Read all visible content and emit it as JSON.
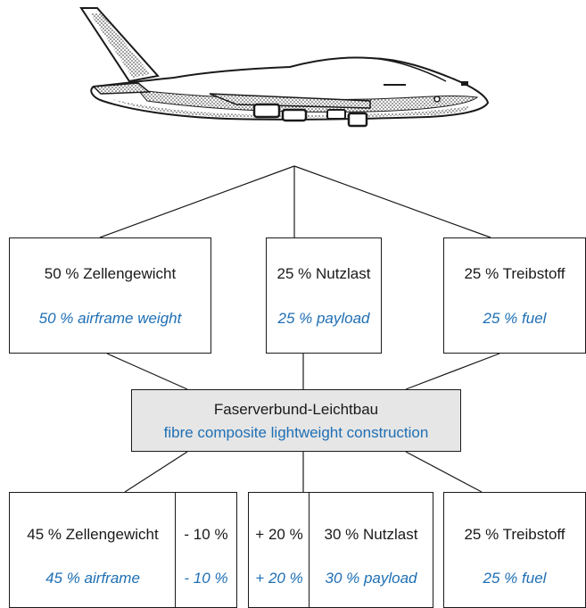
{
  "diagram": {
    "top_boxes": [
      {
        "de": "50 % Zellengewicht",
        "en": "50 % airframe weight"
      },
      {
        "de": "25 % Nutzlast",
        "en": "25 % payload"
      },
      {
        "de": "25 % Treibstoff",
        "en": "25 % fuel"
      }
    ],
    "center_box": {
      "de": "Faserverbund-Leichtbau",
      "en": "fibre composite lightweight construction"
    },
    "bottom_boxes": [
      {
        "de": "45 % Zellengewicht",
        "en": "45 % airframe"
      },
      {
        "de": "- 10 %",
        "en": "- 10 %"
      },
      {
        "de": "+ 20 %",
        "en": "+ 20 %"
      },
      {
        "de": "30 % Nutzlast",
        "en": "30 % payload"
      },
      {
        "de": "25  % Treibstoff",
        "en": "25 % fuel"
      }
    ]
  },
  "colors": {
    "english_text": "#1f6fb4",
    "center_box_fill": "#e6e6e6",
    "line": "#1a1a1a"
  },
  "icons": {
    "aircraft": "jumbo-jet-icon"
  }
}
